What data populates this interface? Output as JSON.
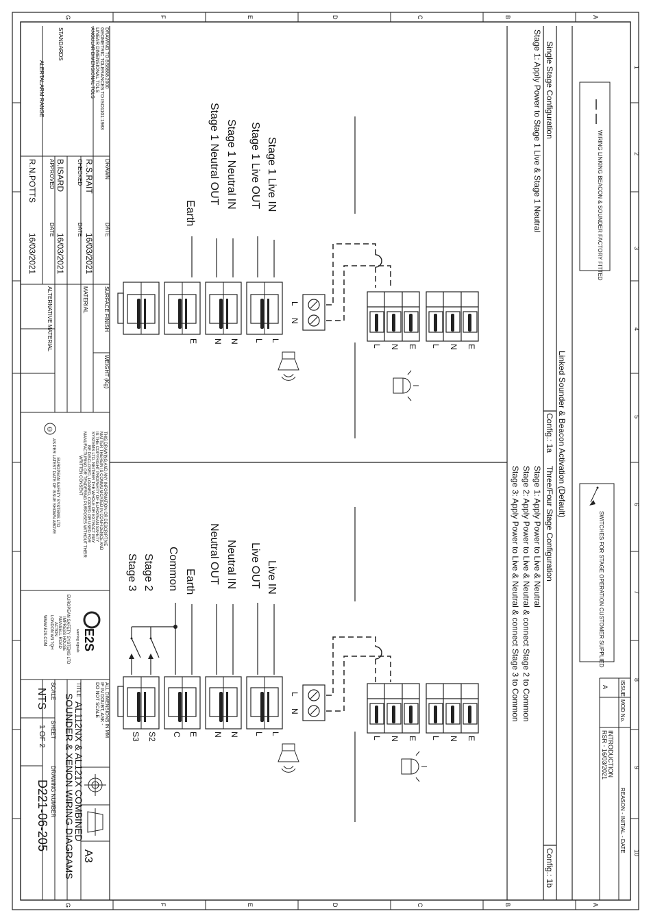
{
  "border": {
    "cols": [
      "1",
      "2",
      "3",
      "4",
      "5",
      "6",
      "7",
      "8",
      "9",
      "10"
    ],
    "rows": [
      "A",
      "B",
      "C",
      "D",
      "E",
      "F",
      "G"
    ]
  },
  "legend": {
    "factory": "WIRING LINKING BEACON & SOUNDER FACTORY FITTED",
    "switches": "SWITCHES FOR STAGE OPERATION CUSTOMER SUPPLIED"
  },
  "header": {
    "linked_title": "Linked Sounder & Beacon Activation (Default)",
    "config_1a": "Config.: 1a",
    "config_1b": "Config.: 1b",
    "single_title": "Single Stage Configuration",
    "single_stage1": "Stage 1: Apply Power to Stage 1 Live & Stage 1 Neutral",
    "three_title": "Three/Four Stage Configuration",
    "three_stage1": "Stage 1: Apply Power to Live & Neutral",
    "three_stage2": "Stage 2: Apply Power to Live & Neutral & connect Stage 2 to Common",
    "three_stage3": "Stage 3: Apply Power to Live & Neutral & connect Stage 3 to Common"
  },
  "revision": {
    "issue_h": "ISSUE",
    "mod_h": "MOD No.",
    "reason_h": "REASON - INITIAL - DATE",
    "issue": "A",
    "reason1": "INTRODUCTION",
    "reason2": "RSR - 16/03/2021"
  },
  "wiring_1a": {
    "labels": [
      "Stage 1 Live IN",
      "Stage 1 Live OUT",
      "Stage 1 Neutral IN",
      "Stage 1 Neutral OUT",
      "Earth"
    ],
    "terms": [
      "L",
      "L",
      "N",
      "N",
      "E"
    ]
  },
  "wiring_1b": {
    "labels": [
      "Live IN",
      "Live OUT",
      "Neutral IN",
      "Neutral OUT",
      "Earth",
      "Common",
      "Stage 2",
      "Stage 3"
    ],
    "terms": [
      "L",
      "L",
      "N",
      "N",
      "E",
      "C",
      "S2",
      "S3"
    ]
  },
  "connector_block": {
    "terms": [
      "L",
      "N",
      "E",
      "L",
      "N",
      "E"
    ],
    "ln_terms": [
      "L",
      "N"
    ]
  },
  "title_block": {
    "standards_note": [
      "DRAWING TO BS8888:2000",
      "GEOMETRIC TOLERANCES TO ISO1101:1983",
      "LINEAR DIMENSIONAL TOLS",
      "ANGULAR DIMENSIONAL TOLS"
    ],
    "standards": "STANDARDS",
    "range": "ALERTALARM RANGE",
    "drawn_h": "DRAWN",
    "drawn": "R.S.RAIT",
    "checked_h": "CHECKED",
    "checked": "B.ISARD",
    "approved_h": "APPROVED",
    "approved": "R.N.POTTS",
    "date_h": "DATE",
    "date": "16/03/2021",
    "surface": "SURFACE FINISH",
    "weight": "WEIGHT (Kg)",
    "material": "MATERIAL",
    "alt_material": "ALTERNATIVE MATERIAL",
    "copyright": "©",
    "copyright_text": [
      "THIS DRAWING AND ANY INFORMATION OR DESCRIPTIVE",
      "MATTER THEREIN IS COMMUNICATED IN CONFIDENCE AND",
      "IS THE COPYRIGHT PROPERTY OF EUROPEAN SAFETY",
      "SYSTEMS LTD. NEITHER THE WHOLE OR EXTRACT MAY",
      "BE DISCLOSED, LOANED, COPIED OR USED FOR",
      "MANUFACTURING OR TENDERING PURPOSES WITHOUT THEIR",
      "WRITTEN CONSENT"
    ],
    "copyright_text2": [
      "EUROPEAN SAFETY SYSTEMS LTD",
      "AS PER LATEST DATE OF ISSUE SHOWN ABOVE"
    ],
    "logo": "E2S",
    "logo_sub": "warning signals",
    "company": [
      "EUROPEAN SAFETY SYSTEMS LTD",
      "IMPRESS HOUSE",
      "MANSELL ROAD",
      "ACTON",
      "LONDON W3 7QH",
      "WWW.E2S.COM"
    ],
    "dims": [
      "ALL DIMENSIONS IN MM",
      "IF IN DOUBT, ASK -",
      "DO NOT SCALE"
    ],
    "size": "A3",
    "title_h": "TITLE",
    "title_line1": "AL112NX & AL121X COMBINED",
    "title_line2": "SOUNDER & XENON WIRING DIAGRAMS",
    "scale_h": "SCALE",
    "scale": "NTS",
    "sheet_h": "SHEET",
    "sheet": "1 OF 2",
    "dwg_h": "DRAWING NUMBER",
    "dwg": "D221-06-205"
  }
}
